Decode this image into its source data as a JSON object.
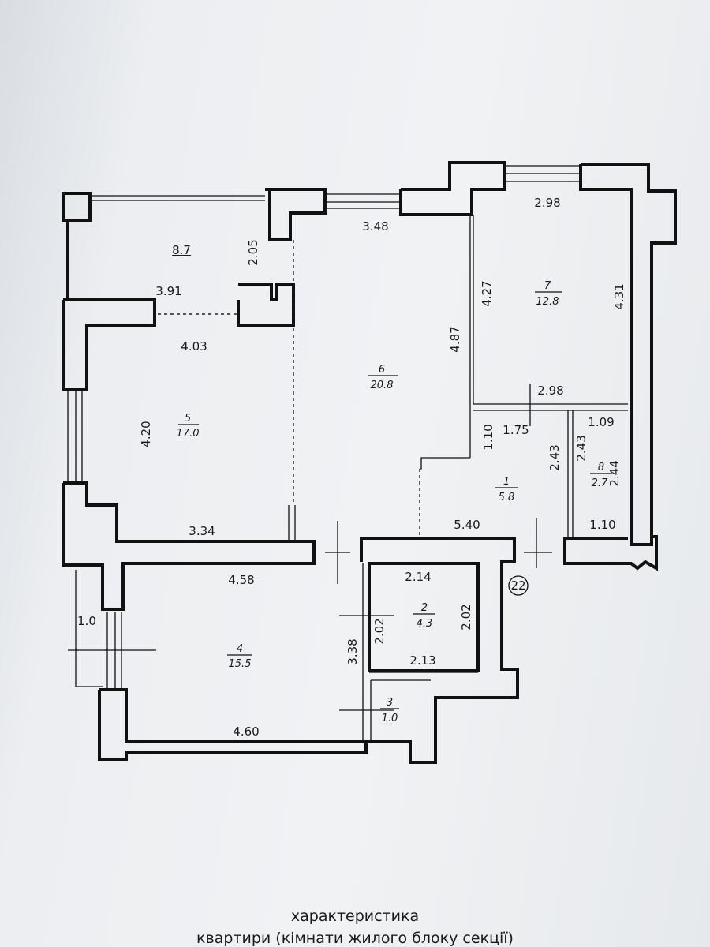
{
  "rooms": {
    "balcony": {
      "area": "8.7",
      "dims": [
        "3.91",
        "2.05"
      ]
    },
    "r1": {
      "number": "1",
      "area": "5.8",
      "dims": [
        "1.75",
        "1.10",
        "2.43",
        "5.40"
      ]
    },
    "r2": {
      "number": "2",
      "area": "4.3",
      "dims": [
        "2.14",
        "2.02",
        "2.02",
        "2.13"
      ]
    },
    "r3": {
      "number": "3",
      "area": "1.0"
    },
    "r4": {
      "number": "4",
      "area": "15.5",
      "dims": [
        "4.58",
        "4.60",
        "3.38",
        "1.0"
      ]
    },
    "r5": {
      "number": "5",
      "area": "17.0",
      "dims": [
        "4.03",
        "4.20",
        "3.34"
      ]
    },
    "r6": {
      "number": "6",
      "area": "20.8",
      "dims": [
        "3.48",
        "4.87"
      ]
    },
    "r7": {
      "number": "7",
      "area": "12.8",
      "dims": [
        "2.98",
        "4.27",
        "4.31",
        "2.98"
      ]
    },
    "r8": {
      "number": "8",
      "area": "2.7",
      "dims": [
        "1.09",
        "2.43",
        "2.44",
        "1.10"
      ]
    }
  },
  "axis_marker": "22",
  "caption": {
    "line1": "характеристика",
    "line2_pre": "квартири (",
    "line2_strike": "кімнати жилого блоку секції",
    "line2_post": ")"
  }
}
